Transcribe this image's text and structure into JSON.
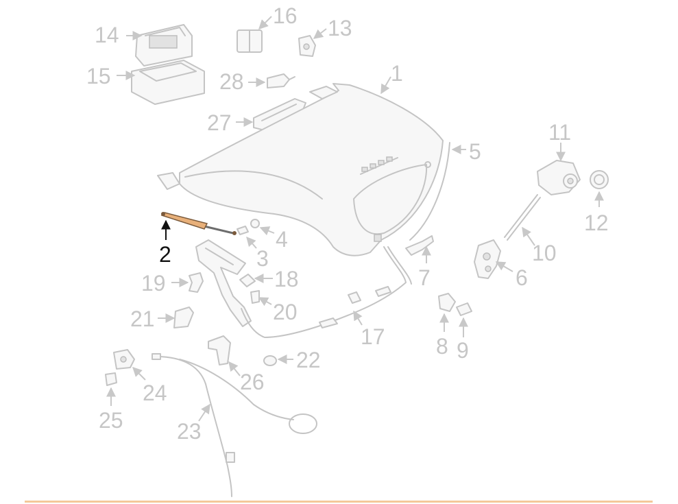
{
  "diagram": {
    "highlight_color": "#e8b07a",
    "label_color": "#c6c6c6",
    "highlight_label_color": "#111111",
    "labels": {
      "l1": "1",
      "l2": "2",
      "l3": "3",
      "l4": "4",
      "l5": "5",
      "l6": "6",
      "l7": "7",
      "l8": "8",
      "l9": "9",
      "l10": "10",
      "l11": "11",
      "l12": "12",
      "l13": "13",
      "l14": "14",
      "l15": "15",
      "l16": "16",
      "l17": "17",
      "l18": "18",
      "l19": "19",
      "l20": "20",
      "l21": "21",
      "l22": "22",
      "l23": "23",
      "l24": "24",
      "l25": "25",
      "l26": "26",
      "l27": "27",
      "l28": "28"
    }
  }
}
